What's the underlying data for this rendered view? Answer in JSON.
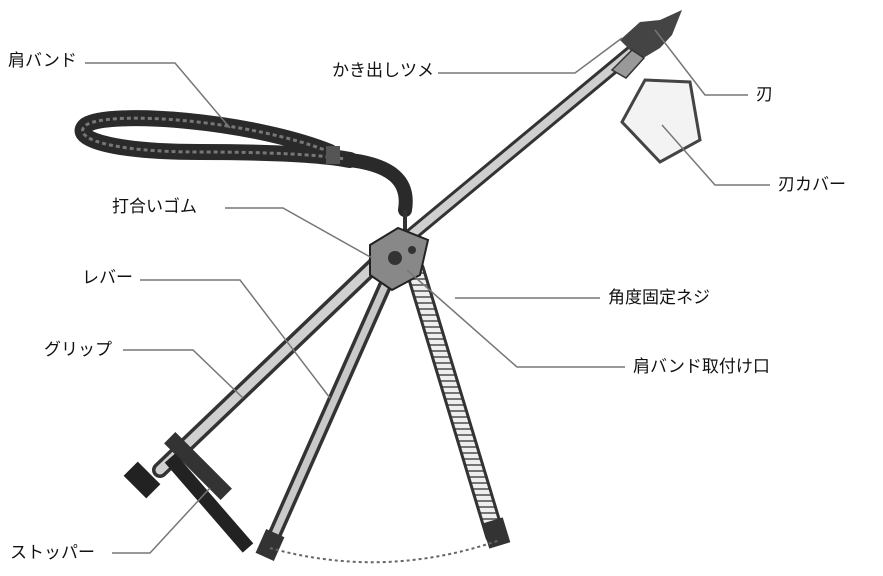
{
  "labels": {
    "shoulder_band": "肩バンド",
    "scraper_claw": "かき出しツメ",
    "blade": "刃",
    "blade_cover": "刃カバー",
    "striking_rubber": "打合いゴム",
    "lever": "レバー",
    "angle_lock_screw": "角度固定ネジ",
    "grip": "グリップ",
    "band_mount": "肩バンド取付け口",
    "stopper": "ストッパー"
  }
}
